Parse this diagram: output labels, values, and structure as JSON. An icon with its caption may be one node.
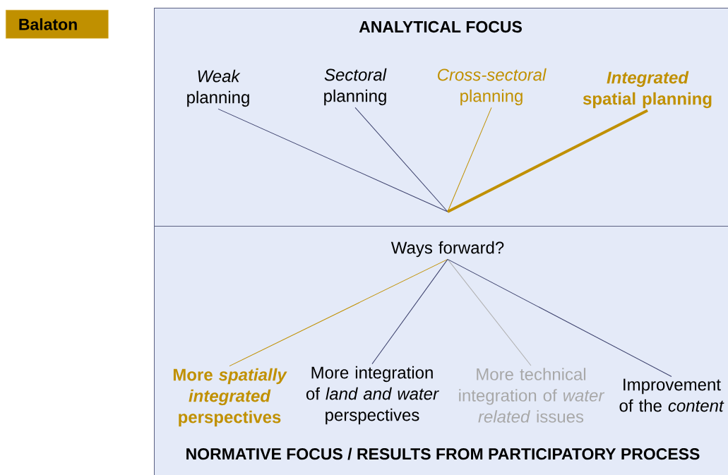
{
  "diagram": {
    "nodes": [
      {
        "text": [
          "Balaton"
        ]
      },
      {
        "text": [
          "ANALYTICAL FOCUS"
        ]
      },
      {
        "text": [
          "NORMATIVE FOCUS / RESULTS FROM PARTICIPATORY PROCESS"
        ]
      },
      {
        "text": [
          "*Weak* planning"
        ],
        "in": 1
      },
      {
        "text": [
          "*Sectoral* planning"
        ],
        "in": 1
      },
      {
        "text": [
          "*Cross-sectoral* planning"
        ],
        "in": 1
      },
      {
        "text": [
          "*Integrated* spatial planning"
        ],
        "in": 1
      },
      {
        "text": [
          "Ways forward?"
        ],
        "in": 2
      },
      {
        "text": [
          "More *spatially integrated* perspectives"
        ],
        "in": 2
      },
      {
        "text": [
          "More integration of *land and water* perspectives"
        ],
        "in": 2
      },
      {
        "text": [
          "More technical integration of *water related* issues"
        ],
        "in": 2
      },
      {
        "text": [
          "Improvement of the *content*"
        ],
        "in": 2
      }
    ],
    "edges": [
      {
        "from": 3,
        "to": null,
        "arrow": "none"
      },
      {
        "from": 4,
        "to": null,
        "arrow": "none"
      },
      {
        "from": 5,
        "to": null,
        "arrow": "none",
        "color": "#c09000"
      },
      {
        "from": 6,
        "to": null,
        "arrow": "none",
        "style": "thick",
        "color": "#c09000"
      },
      {
        "from": 7,
        "to": 8,
        "arrow": "none",
        "color": "#c09000"
      },
      {
        "from": 7,
        "to": 9,
        "arrow": "none"
      },
      {
        "from": 7,
        "to": 10,
        "arrow": "none",
        "color": "#b0b0b0"
      },
      {
        "from": 7,
        "to": 11,
        "arrow": "none"
      }
    ]
  }
}
